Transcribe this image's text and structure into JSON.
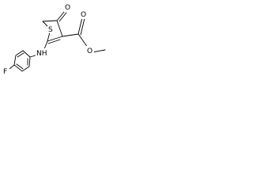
{
  "structure": {
    "atoms": {
      "sulfur": "S",
      "ketone_oxygen": "O",
      "ester_carbonyl_oxygen": "O",
      "ester_ether_oxygen": "O",
      "amine_nh": "NH",
      "fluorine": "F"
    }
  }
}
